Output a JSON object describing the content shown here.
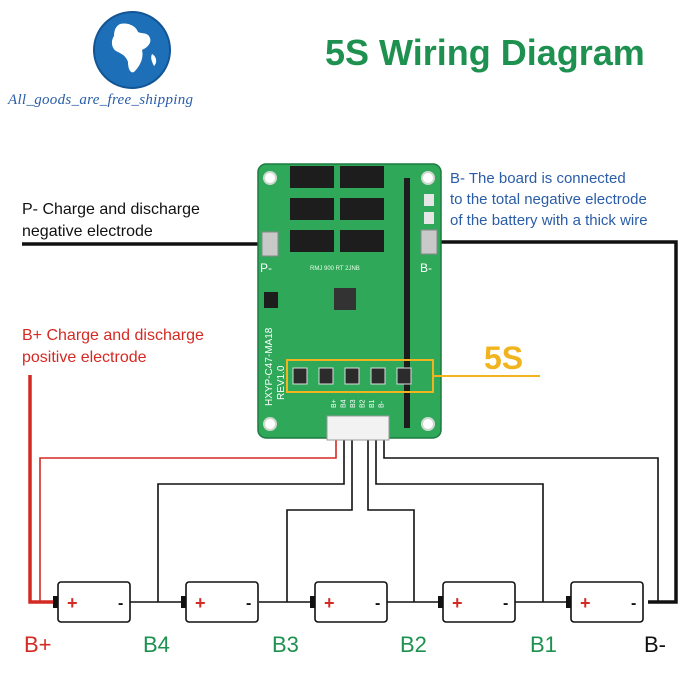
{
  "logo": {
    "caption": "All_goods_are_free_shipping",
    "icon": "globe-icon"
  },
  "title": "5S Wiring Diagram",
  "labels": {
    "p_minus": [
      "P- Charge and discharge",
      "negative electrode"
    ],
    "b_plus": [
      "B+ Charge and discharge",
      "positive electrode"
    ],
    "b_minus_note": [
      "B- The board is connected",
      "to the total negative electrode",
      "of the battery with a thick wire"
    ],
    "cell_count": "5S"
  },
  "board": {
    "model": "HXYP-C47-MA18",
    "revision": "REV1.0",
    "pad_p": "P-",
    "pad_b": "B-",
    "chip_label": "RMJ 900 RT 2JNB",
    "connector_pins": [
      "B+",
      "B4",
      "B3",
      "B2",
      "B1",
      "B-"
    ]
  },
  "terminals": [
    {
      "label": "B+",
      "color": "#d42a23"
    },
    {
      "label": "B4",
      "color": "#1e9150"
    },
    {
      "label": "B3",
      "color": "#1e9150"
    },
    {
      "label": "B2",
      "color": "#1e9150"
    },
    {
      "label": "B1",
      "color": "#1e9150"
    },
    {
      "label": "B-",
      "color": "#111111"
    }
  ],
  "battery_symbols": {
    "positive": "+",
    "negative": "-"
  },
  "colors": {
    "title_green": "#1e9150",
    "positive_red": "#d42a23",
    "note_blue": "#2a5da8",
    "highlight_yellow": "#f1b41f",
    "pcb_green": "#2fa85a"
  }
}
